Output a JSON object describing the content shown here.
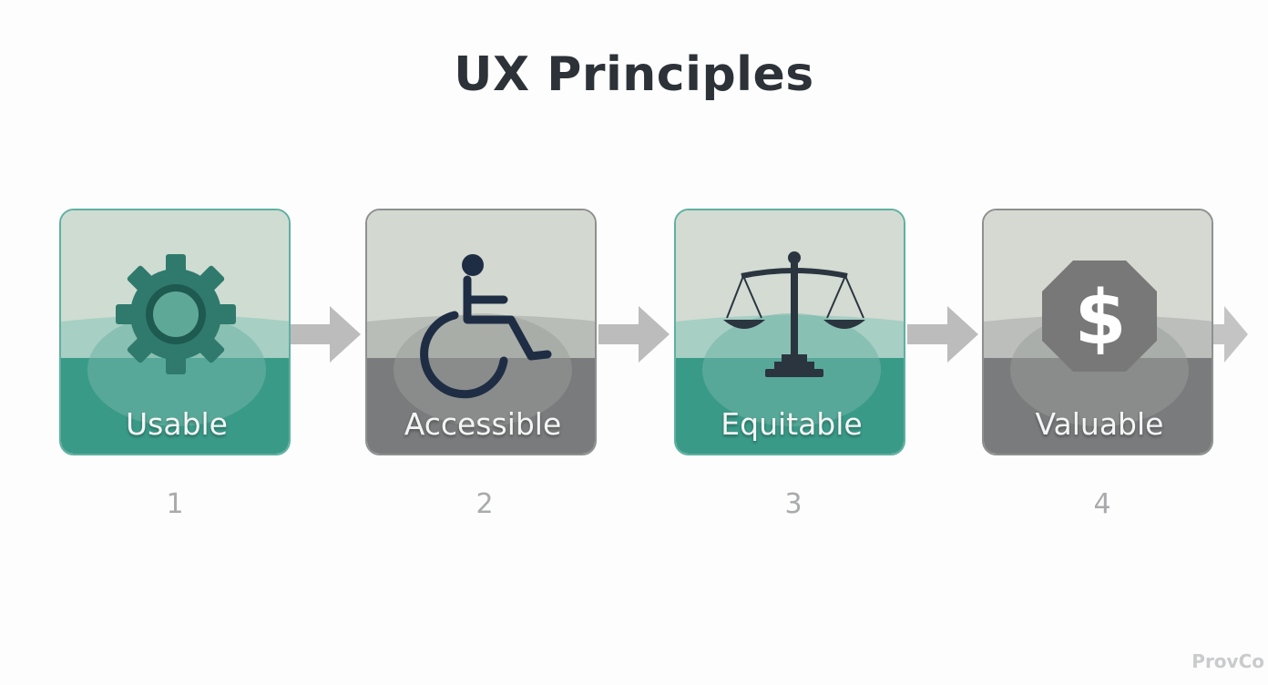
{
  "title": "UX Principles",
  "steps": [
    {
      "label": "Usable",
      "number": "1",
      "icon": "gear-icon",
      "theme": "teal"
    },
    {
      "label": "Accessible",
      "number": "2",
      "icon": "wheelchair-icon",
      "theme": "gray"
    },
    {
      "label": "Equitable",
      "number": "3",
      "icon": "scales-icon",
      "theme": "teal"
    },
    {
      "label": "Valuable",
      "number": "4",
      "icon": "dollar-octagon-icon",
      "theme": "gray"
    }
  ],
  "watermark": "ProvCo",
  "colors": {
    "title": "#2d3238",
    "teal": "#3a9a88",
    "gray": "#7a7b7c",
    "card_top": "#cfd9cf",
    "arrow": "#bcbcbc",
    "icon_dark": "#2a3540"
  }
}
